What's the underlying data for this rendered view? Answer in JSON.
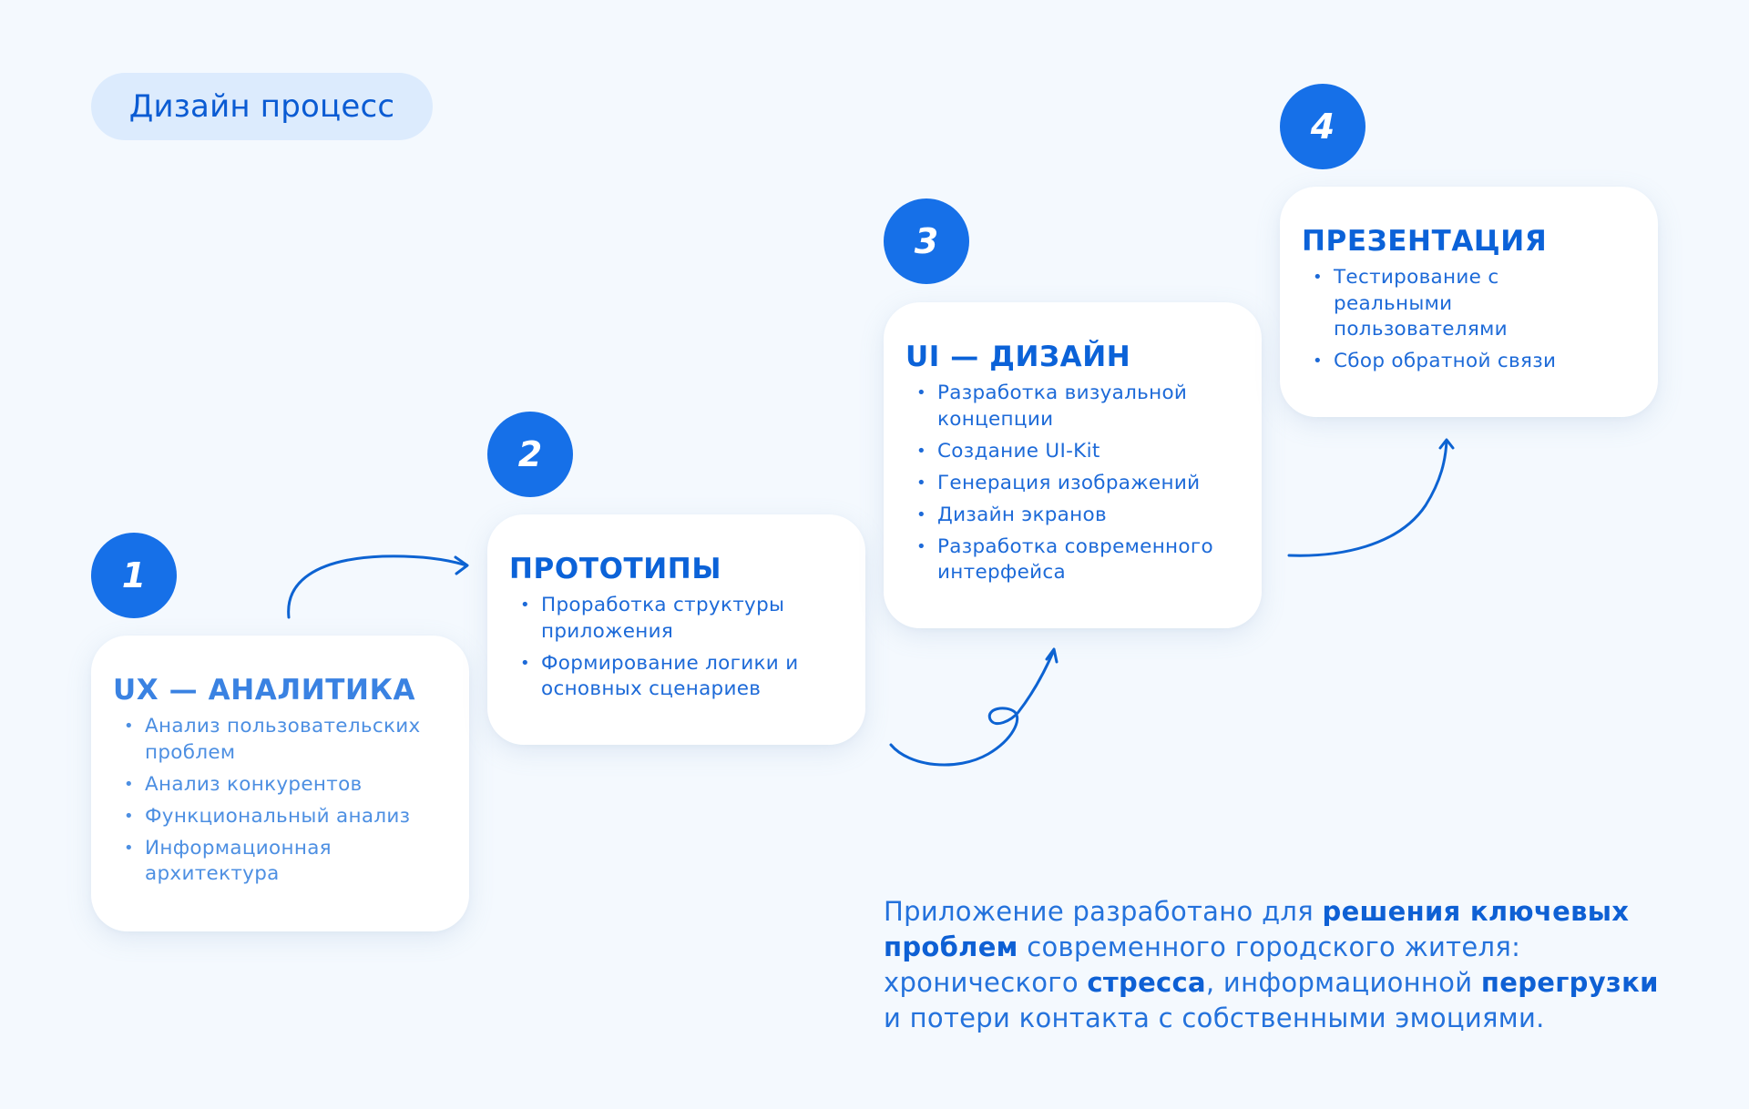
{
  "header": {
    "title": "Дизайн процесс"
  },
  "colors": {
    "background": "#f4f9fe",
    "accent": "#1670e8",
    "title_pill_bg": "#dcebfd",
    "text_blue": "#0b62d8"
  },
  "steps": [
    {
      "number": "1",
      "title": "UX — АНАЛИТИКА",
      "items": [
        "Анализ пользовательских проблем",
        "Анализ конкурентов",
        "Функциональный анализ",
        "Информационная архитектура"
      ]
    },
    {
      "number": "2",
      "title": "ПРОТОТИПЫ",
      "items": [
        "Проработка структуры приложения",
        "Формирование логики и основных сценариев"
      ]
    },
    {
      "number": "3",
      "title": "UI — ДИЗАЙН",
      "items": [
        "Разработка визуальной концепции",
        "Создание UI-Kit",
        "Генерация изображений",
        "Дизайн экранов",
        "Разработка современного интерфейса"
      ]
    },
    {
      "number": "4",
      "title": "ПРЕЗЕНТАЦИЯ",
      "items": [
        "Тестирование с реальными пользователями",
        "Сбор обратной связи"
      ]
    }
  ],
  "bullet_glyph": "•",
  "arrows": [
    {
      "from": "1",
      "to": "2",
      "icon": "curved-arrow-icon"
    },
    {
      "from": "2",
      "to": "3",
      "icon": "loop-arrow-icon"
    },
    {
      "from": "3",
      "to": "4",
      "icon": "curved-arrow-icon"
    }
  ],
  "summary": {
    "part1": "Приложение разработано для ",
    "em1": "решения ключевых проблем",
    "part2": " современного городского жителя: хронического ",
    "em2": "стресса",
    "part3": ", информационной ",
    "em3": "перегрузки",
    "part4": " и потери контакта с собственными эмоциями."
  }
}
